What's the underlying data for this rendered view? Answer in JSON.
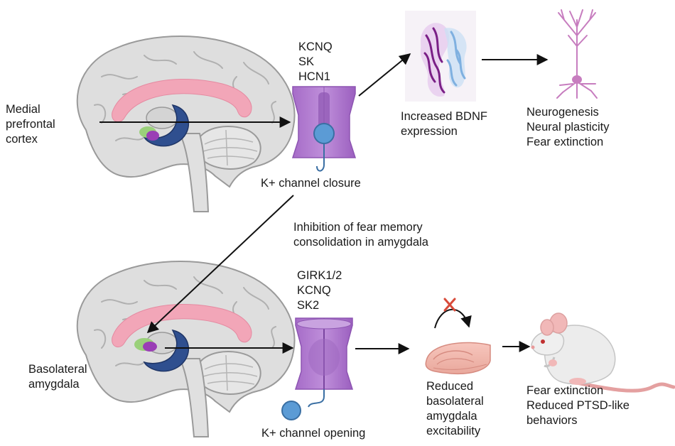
{
  "top_section": {
    "region_label": "Medial\nprefrontal\ncortex",
    "channels": "KCNQ\nSK\nHCN1",
    "channel_caption": "K+ channel closure",
    "bdnf_caption": "Increased BDNF\nexpression",
    "outcomes": "Neurogenesis\nNeural plasticity\nFear extinction"
  },
  "middle": {
    "caption": "Inhibition of fear memory\nconsolidation in amygdala"
  },
  "bottom_section": {
    "region_label": "Basolateral\namygdala",
    "channels": "GIRK1/2\nKCNQ\nSK2",
    "channel_caption": "K+ channel opening",
    "amygdala_caption": "Reduced\nbasolateral\namygdala\nexcitability",
    "outcomes": "Fear extinction\nReduced PTSD-like\nbehaviors"
  },
  "colors": {
    "brain_fill": "#dedede",
    "brain_outline": "#9a9a9a",
    "corpus_callosum": "#f2a6b8",
    "hippocampus": "#2f4f8f",
    "amygdala_green": "#9ad07a",
    "amygdala_purple": "#9a3fb5",
    "channel": "#b27fd0",
    "channel_dark": "#8d55b2",
    "ion_ball": "#5b9bd5",
    "neuron": "#c77dbf",
    "protein_purple": "#7a1f86",
    "protein_blue": "#7fb0e0",
    "blocked_x": "#d84b3a",
    "arrow": "#111111",
    "mouse_body": "#ececec",
    "mouse_ear": "#f1b8b8"
  },
  "icons": [
    "brain-icon",
    "ion-channel-icon",
    "bdnf-protein-icon",
    "neuron-icon",
    "amygdala-tissue-icon",
    "blocked-x-icon",
    "mouse-icon"
  ]
}
